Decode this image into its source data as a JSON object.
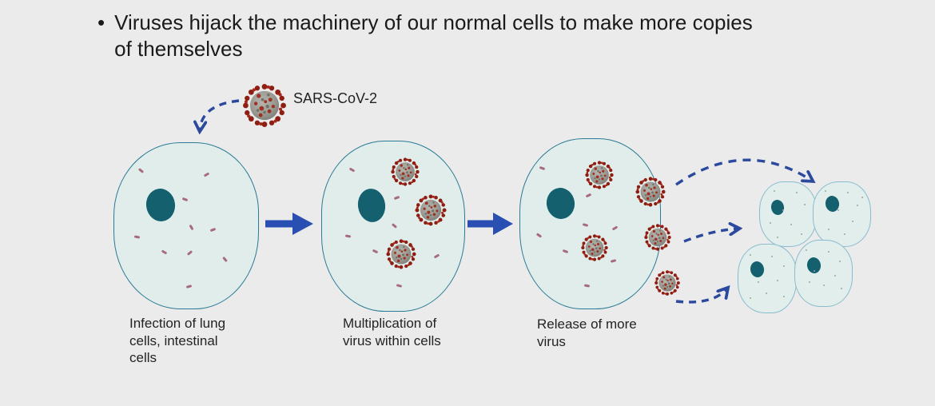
{
  "slide": {
    "bullet": "•",
    "title": "Viruses hijack the machinery of our normal cells to make more copies\nof themselves"
  },
  "diagram": {
    "virus_label": "SARS-CoV-2",
    "stages": [
      {
        "caption": "Infection of lung\ncells, intestinal\ncells",
        "viruses_inside": 0
      },
      {
        "caption": "Multiplication of\nvirus within cells",
        "viruses_inside": 3
      },
      {
        "caption": "Release of more\nvirus",
        "viruses_inside": 2,
        "viruses_released": 3
      }
    ],
    "new_cells_count": 4,
    "icons": {
      "virus_particle": "coronavirus-sphere-with-red-spikes",
      "stage_arrow": "solid-right-arrow",
      "release_arrow": "curved-dashed-arrow"
    },
    "colors": {
      "background": "#ebebec",
      "title_text": "#1a1a1a",
      "body_text": "#232323",
      "cell_fill": "#e0edeb",
      "cell_border": "#2a7a94",
      "mini_cell_fill": "#e1eeec",
      "mini_cell_border": "#8abccd",
      "nucleus": "#14606f",
      "organelle_speck": "#a86a7e",
      "mini_dot": "#9aa59f",
      "solid_arrow": "#2a4fb2",
      "dashed_arrow": "#2b4a9e",
      "virus_body": "#9a9a93",
      "virus_spikes": "#8e1e12"
    }
  }
}
